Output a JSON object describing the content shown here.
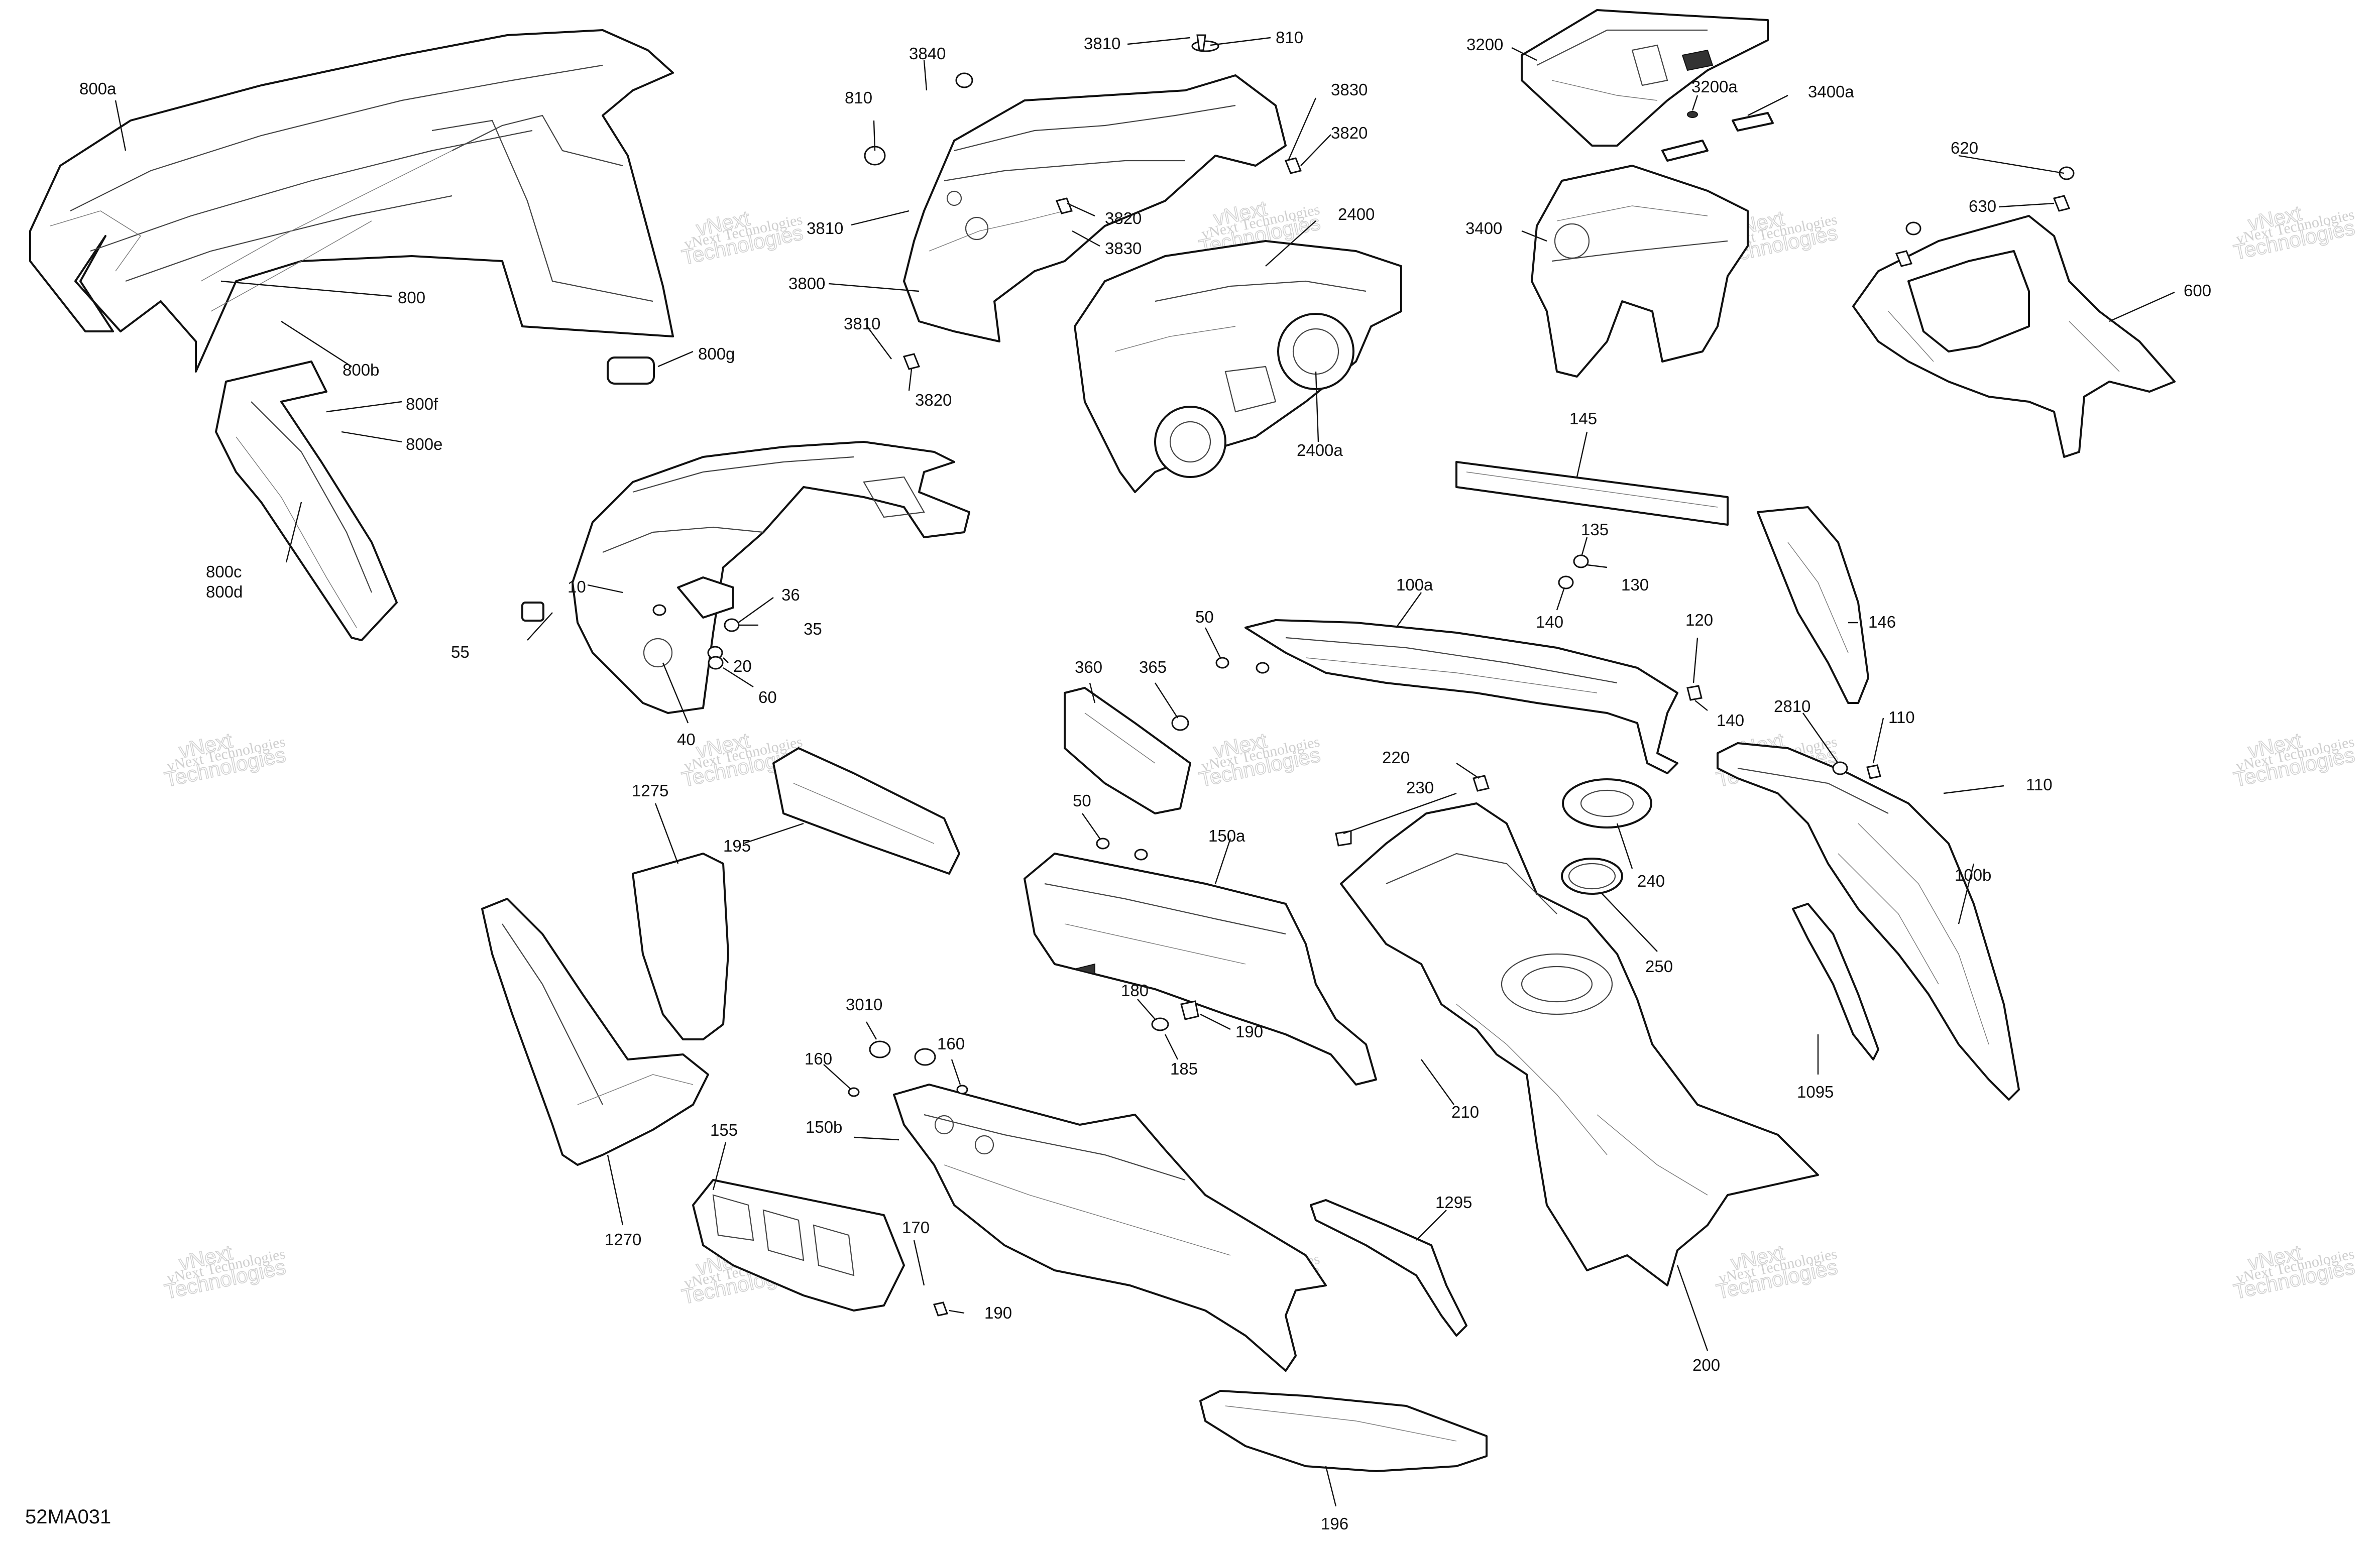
{
  "diagram_code": "52MA031",
  "watermark": {
    "line1": "vNext Technologies",
    "line2": "vNext",
    "line3": "Technologies"
  },
  "callouts": {
    "c800a": "800a",
    "c800": "800",
    "c800b": "800b",
    "c800g": "800g",
    "c800f": "800f",
    "c800e": "800e",
    "c800c": "800c",
    "c800d": "800d",
    "c3840": "3840",
    "c3810_top": "3810",
    "c810_top": "810",
    "c810_left": "810",
    "c3830_top": "3830",
    "c3820_right": "3820",
    "c3820_mid": "3820",
    "c3830_mid": "3830",
    "c3810_mid": "3810",
    "c3800": "3800",
    "c3810_low": "3810",
    "c3820_low": "3820",
    "c2400": "2400",
    "c2400a": "2400a",
    "c3200": "3200",
    "c3200a": "3200a",
    "c3400a": "3400a",
    "c3400": "3400",
    "c620": "620",
    "c630": "630",
    "c600": "600",
    "c145": "145",
    "c146": "146",
    "c135": "135",
    "c130": "130",
    "c140_top": "140",
    "c140_mid": "140",
    "c100a": "100a",
    "c120": "120",
    "c2810": "2810",
    "c110_a": "110",
    "c110_b": "110",
    "c100b": "100b",
    "c10": "10",
    "c36": "36",
    "c35": "35",
    "c55": "55",
    "c20": "20",
    "c60": "60",
    "c40": "40",
    "c50_top": "50",
    "c360": "360",
    "c365": "365",
    "c220": "220",
    "c230": "230",
    "c240": "240",
    "c250": "250",
    "c1275": "1275",
    "c195": "195",
    "c50_mid": "50",
    "c150a": "150a",
    "c180": "180",
    "c190_mid": "190",
    "c185": "185",
    "c210": "210",
    "c1095": "1095",
    "c3010": "3010",
    "c160_a": "160",
    "c160_b": "160",
    "c150b": "150b",
    "c155": "155",
    "c1270": "1270",
    "c170": "170",
    "c190_low": "190",
    "c1295": "1295",
    "c200": "200",
    "c196": "196"
  }
}
